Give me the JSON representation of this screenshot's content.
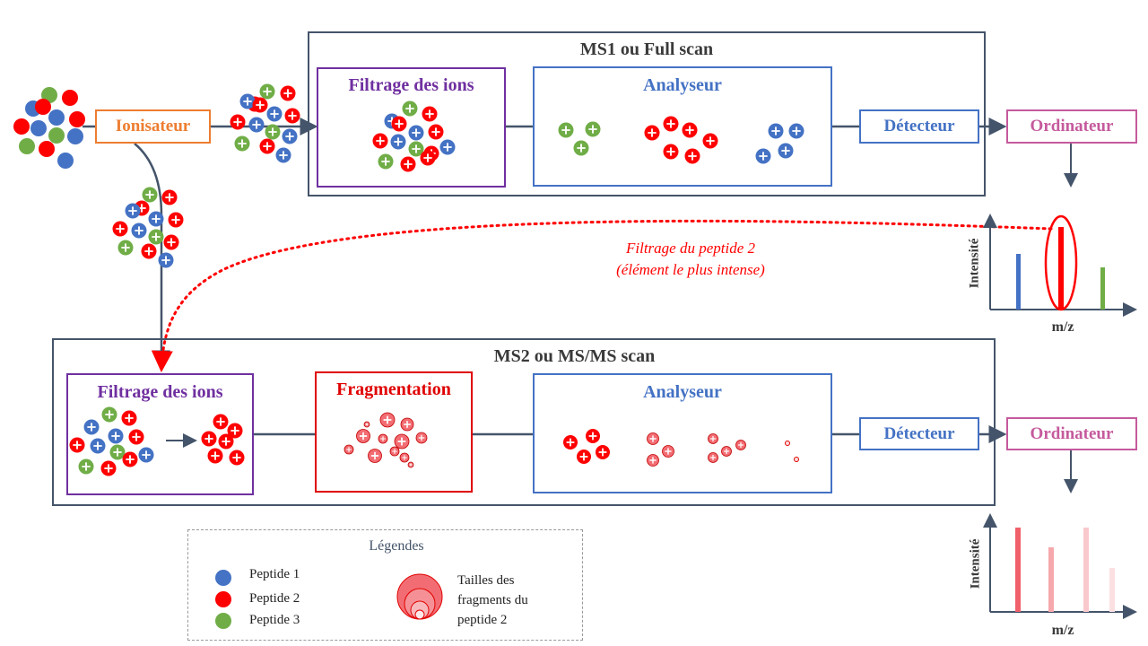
{
  "ms1": {
    "title": "MS1 ou Full scan",
    "filter_label": "Filtrage des ions",
    "analyzer_label": "Analyseur",
    "detector_label": "Détecteur",
    "computer_label": "Ordinateur"
  },
  "ionizer_label": "Ionisateur",
  "ms2": {
    "title": "MS2 ou MS/MS scan",
    "filter_label": "Filtrage des ions",
    "fragmentation_label": "Fragmentation",
    "analyzer_label": "Analyseur",
    "detector_label": "Détecteur",
    "computer_label": "Ordinateur"
  },
  "annotation": {
    "line1": "Filtrage du peptide 2",
    "line2": "(élément  le plus intense)"
  },
  "spectrum1": {
    "ylabel": "Intensité",
    "xlabel": "m/z"
  },
  "spectrum2": {
    "ylabel": "Intensité",
    "xlabel": "m/z"
  },
  "legend": {
    "title": "Légendes",
    "peptide1": "Peptide 1",
    "peptide2": "Peptide 2",
    "peptide3": "Peptide 3",
    "fragments_line1": "Tailles  des",
    "fragments_line2": "fragments du",
    "fragments_line3": "peptide 2"
  },
  "colors": {
    "peptide1": "#4472c4",
    "peptide2": "#ff0000",
    "peptide3": "#70ad47",
    "ionizer": "#ed7d31",
    "filter": "#7030a0",
    "analyzer": "#4472c4",
    "computer": "#c55a9d",
    "frame": "#44546a",
    "fragmentation": "#e00000"
  }
}
